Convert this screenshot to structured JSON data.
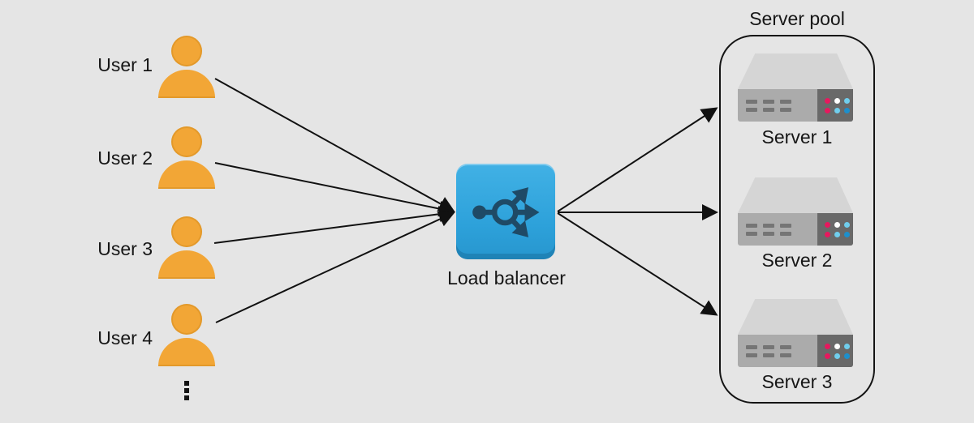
{
  "users": {
    "items": [
      {
        "label": "User 1"
      },
      {
        "label": "User 2"
      },
      {
        "label": "User 3"
      },
      {
        "label": "User 4"
      }
    ],
    "more_indicator_icon": "vertical-ellipsis"
  },
  "load_balancer": {
    "label": "Load balancer",
    "icon": "branching-arrows-icon"
  },
  "server_pool": {
    "title": "Server pool",
    "servers": [
      {
        "label": "Server 1"
      },
      {
        "label": "Server 2"
      },
      {
        "label": "Server 3"
      }
    ]
  },
  "colors": {
    "background": "#e5e5e5",
    "user_icon": "#f2a636",
    "load_balancer_fill": "#2da1da",
    "load_balancer_glyph": "#1f4a66",
    "arrow": "#111111",
    "server_top": "#d5d5d5",
    "server_front": "#ababab",
    "server_panel": "#696969",
    "led_pink": "#e6195e",
    "led_white": "#ffffff",
    "led_light_blue": "#70ceed",
    "led_blue": "#1d8fcc"
  }
}
